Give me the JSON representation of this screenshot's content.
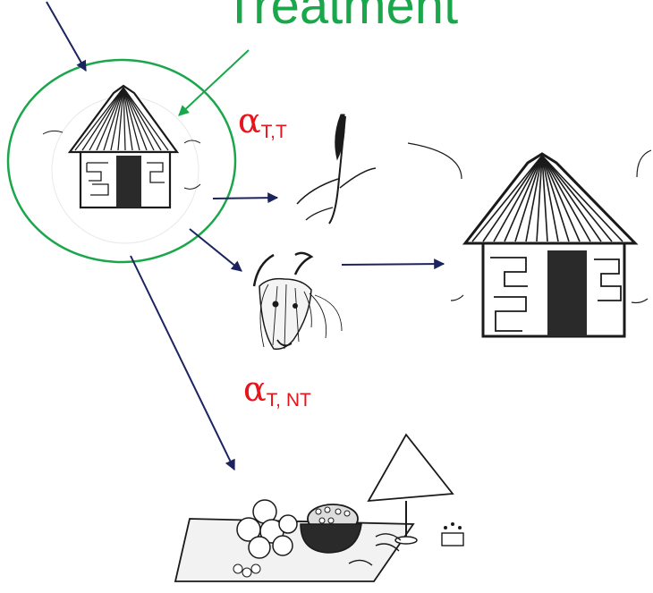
{
  "title": {
    "text": "Treatment",
    "color": "#1aa64a"
  },
  "labels": {
    "alpha_tt": {
      "symbol": "α",
      "subscript": "T,T"
    },
    "alpha_tnt": {
      "symbol": "α",
      "subscript": "T, NT"
    },
    "color": "#e8141b"
  },
  "colors": {
    "arrow_dark": "#1c2460",
    "arrow_green": "#1aa64a",
    "circle": "#1aa64a",
    "ink": "#1a1a1a"
  },
  "icons": [
    "hut-icon",
    "sorghum-icon",
    "goat-icon",
    "household-goods-icon"
  ]
}
